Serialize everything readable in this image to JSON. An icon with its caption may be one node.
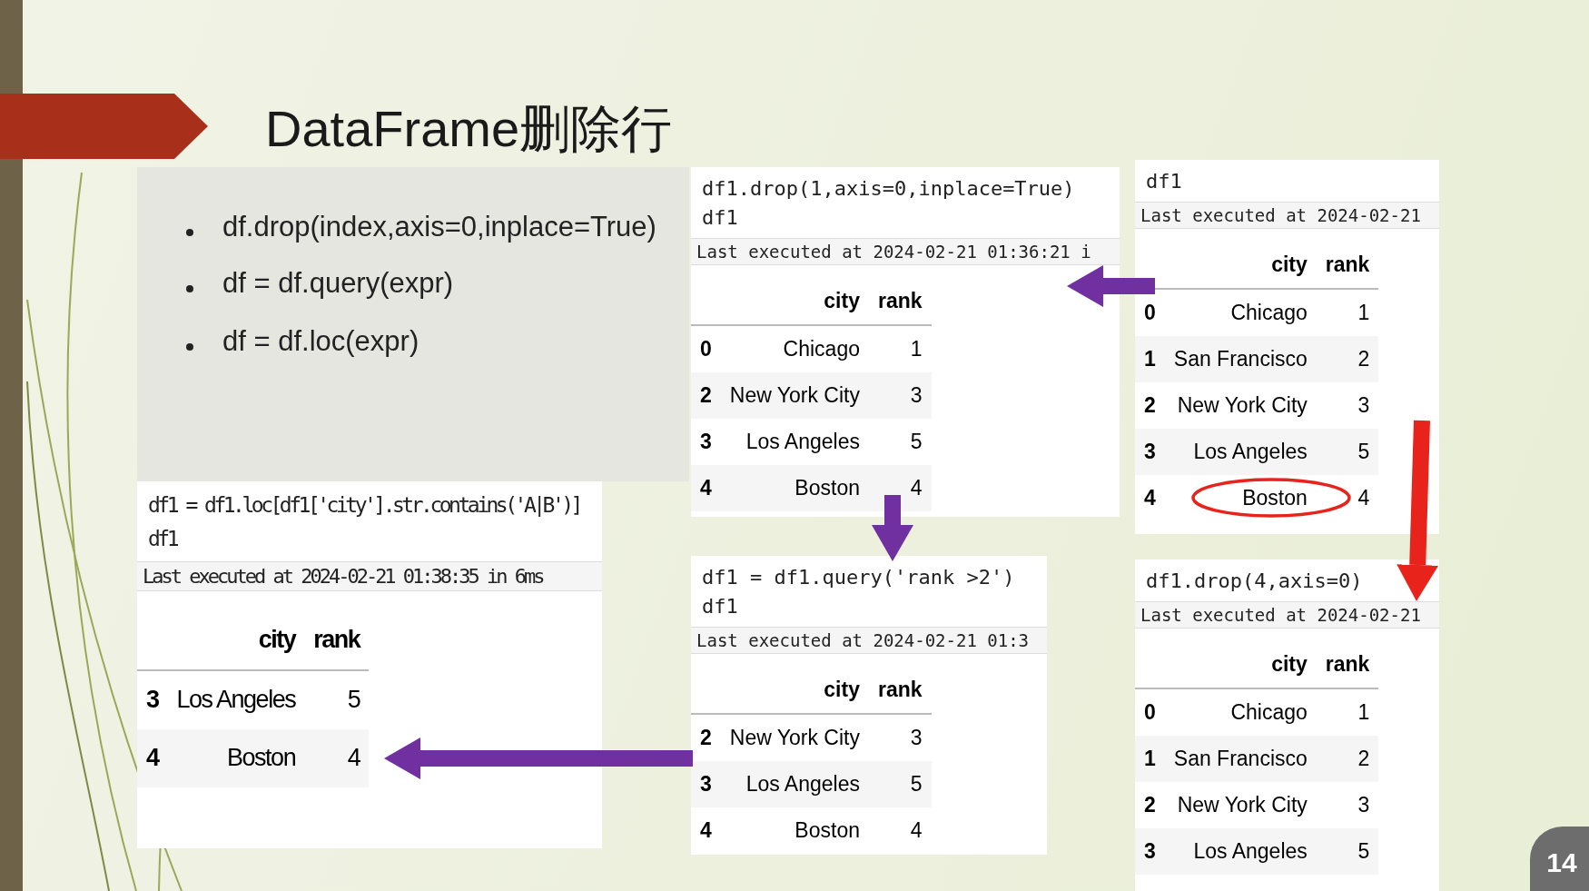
{
  "diagram": {
    "title": "DataFrame删除行",
    "nodes": [
      {
        "text": [
          "df1.drop(1,axis=0,inplace=True) df1",
          "Last executed at 2024-02-21 01:36:21 i",
          "city",
          "rank",
          "0",
          "Chicago",
          "1",
          "2",
          "New York City",
          "3",
          "3",
          "Los Angeles",
          "5",
          "4",
          "Boston",
          "4"
        ]
      },
      {
        "text": [
          "df1",
          "Last executed at 2024-02-21",
          "city",
          "rank",
          "0",
          "Chicago",
          "1",
          "1",
          "San Francisco",
          "2",
          "2",
          "New York City",
          "3",
          "3",
          "Los Angeles",
          "5",
          "4",
          "Boston",
          "4"
        ]
      },
      {
        "text": [
          "df1 = df1.loc[df1['city'].str.contains('A|B')] df1",
          "Last executed at 2024-02-21 01:38:35 in 6ms",
          "city",
          "rank",
          "3",
          "Los Angeles",
          "5",
          "4",
          "Boston",
          "4"
        ]
      },
      {
        "text": [
          "df1 = df1.query('rank >2') df1",
          "Last executed at 2024-02-21 01:3",
          "city",
          "rank",
          "2",
          "New York City",
          "3",
          "3",
          "Los Angeles",
          "5",
          "4",
          "Boston",
          "4"
        ]
      },
      {
        "text": [
          "df1.drop(4,axis=0)",
          "Last executed at 2024-02-21",
          "city",
          "rank",
          "0",
          "Chicago",
          "1",
          "1",
          "San Francisco",
          "2",
          "2",
          "New York City",
          "3",
          "3",
          "Los Angeles",
          "5"
        ]
      }
    ],
    "edges": [
      {
        "from": 1,
        "to": 0,
        "arrow": "to"
      },
      {
        "from": 0,
        "to": 3,
        "arrow": "to"
      },
      {
        "from": 3,
        "to": 2,
        "arrow": "to"
      },
      {
        "from": 1,
        "to": 4,
        "arrow": "to",
        "color": "#e8231c"
      }
    ],
    "labels": [
      "df.drop(index,axis=0,inplace=True)",
      "df = df.query(expr)",
      "df = df.loc(expr)",
      "14"
    ]
  }
}
